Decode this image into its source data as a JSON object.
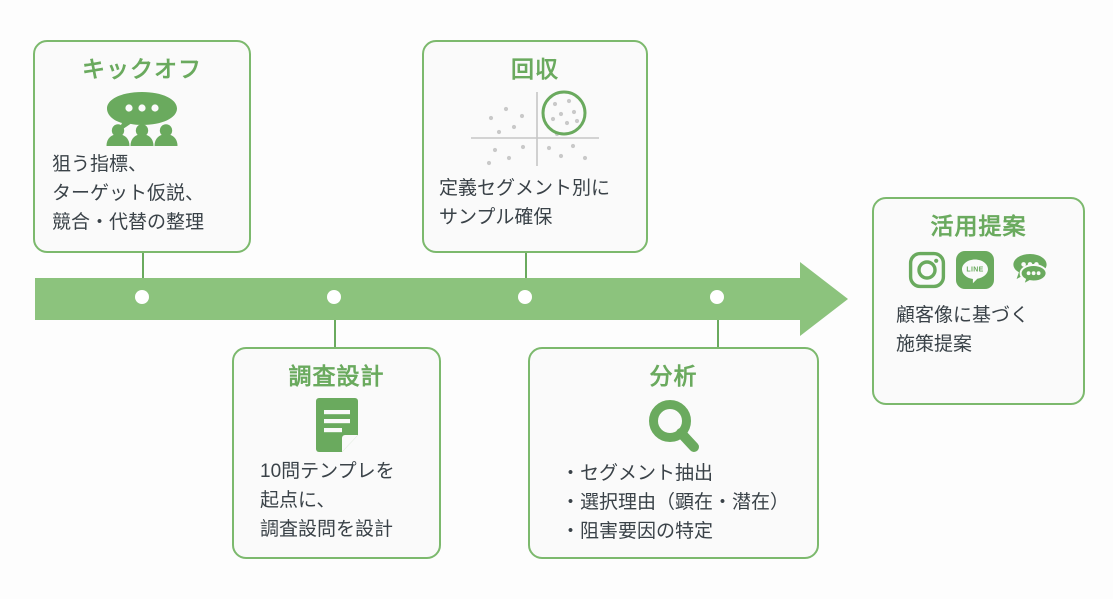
{
  "theme": {
    "accent_green": "#6aaa5e",
    "arrow_green": "#8cc37d",
    "card_border": "#7cb96d",
    "card_background": "#fafafa",
    "body_text": "#3a4248",
    "page_background": "#fdfdfd",
    "scatter_gray": "#b9b9b9"
  },
  "diagram": {
    "type": "process-timeline",
    "direction": "left-to-right",
    "milestone_count": 4,
    "steps": [
      {
        "id": "kickoff",
        "position": "above",
        "title": "キックオフ",
        "icon": "people-discussion-icon",
        "body": "狙う指標、\nターゲット仮説、\n競合・代替の整理"
      },
      {
        "id": "survey-design",
        "position": "below",
        "title": "調査設計",
        "icon": "document-icon",
        "body": "10問テンプレを\n起点に、\n調査設問を設計"
      },
      {
        "id": "collection",
        "position": "above",
        "title": "回収",
        "icon": "scatter-segment-icon",
        "body": "定義セグメント別に\nサンプル確保"
      },
      {
        "id": "analysis",
        "position": "below",
        "title": "分析",
        "icon": "magnifier-icon",
        "body": "・セグメント抽出\n・選択理由（顕在・潜在）\n・阻害要因の特定"
      }
    ],
    "outcome": {
      "id": "proposal",
      "title": "活用提案",
      "icons": [
        "instagram-icon",
        "line-icon",
        "chat-bubbles-icon"
      ],
      "line_icon_label": "LINE",
      "body": "顧客像に基づく\n施策提案"
    }
  }
}
